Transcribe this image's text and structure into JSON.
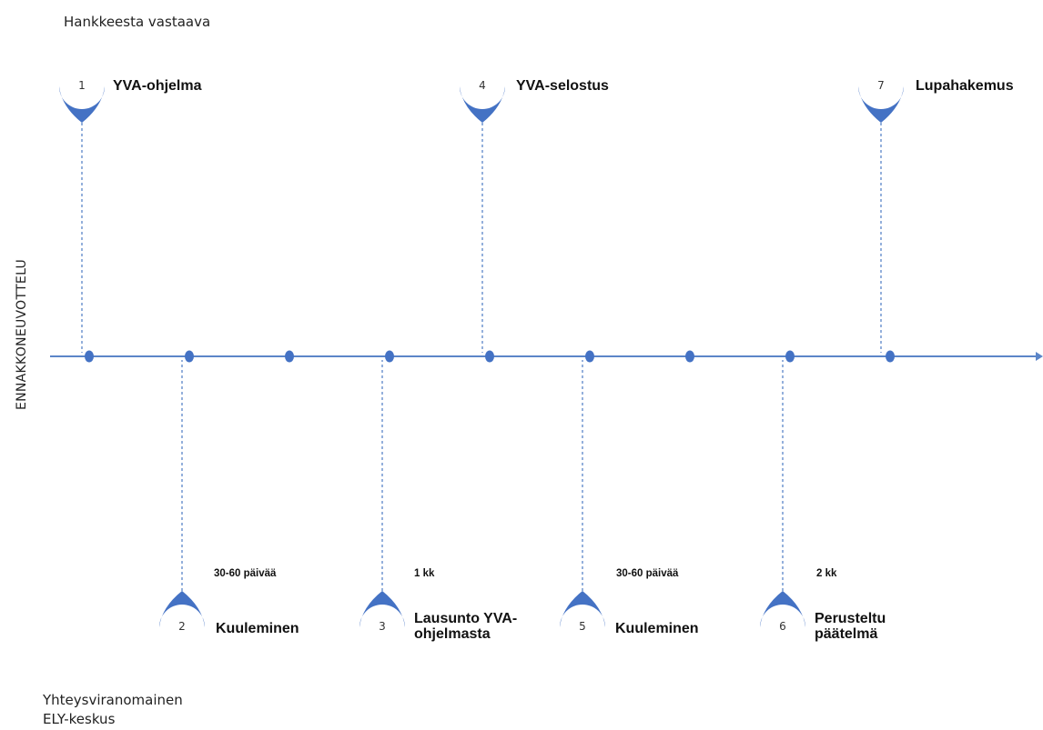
{
  "labels": {
    "top": "Hankkeesta vastaava",
    "side": "ENNAKKONEUVOTTELU",
    "bottom_line1": "Yhteysviranomainen",
    "bottom_line2": "ELY-keskus"
  },
  "colors": {
    "accent": "#4472c4",
    "line": "#5b85c8"
  },
  "steps": [
    {
      "number": "1",
      "title": "YVA-ohjelma"
    },
    {
      "number": "2",
      "title": "Kuuleminen"
    },
    {
      "number": "3",
      "title_line1": "Lausunto YVA-",
      "title_line2": "ohjelmasta"
    },
    {
      "number": "4",
      "title": "YVA-selostus"
    },
    {
      "number": "5",
      "title": "Kuuleminen"
    },
    {
      "number": "6",
      "title_line1": "Perusteltu",
      "title_line2": "päätelmä"
    },
    {
      "number": "7",
      "title": "Lupahakemus"
    }
  ],
  "durations": [
    "30-60 päivää",
    "1 kk",
    "30-60 päivää",
    "2 kk"
  ]
}
